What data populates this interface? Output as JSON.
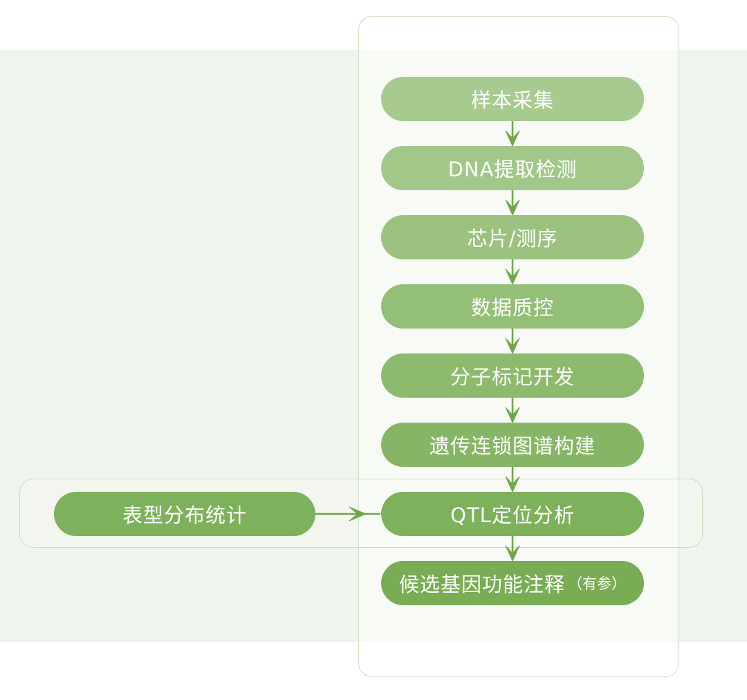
{
  "flow": {
    "steps": [
      {
        "label": "样本采集",
        "color": "#a7cb8e"
      },
      {
        "label": "DNA提取检测",
        "color": "#a2c889"
      },
      {
        "label": "芯片/测序",
        "color": "#9bc37f"
      },
      {
        "label": "数据质控",
        "color": "#94bf76"
      },
      {
        "label": "分子标记开发",
        "color": "#8dbb6d"
      },
      {
        "label": "遗传连锁图谱构建",
        "color": "#86b665"
      },
      {
        "label": "QTL定位分析",
        "color": "#7eb15b"
      },
      {
        "label": "候选基因功能注释",
        "note": "（有参）",
        "color": "#78ad53"
      }
    ],
    "side_input": {
      "label": "表型分布统计",
      "color": "#7eb15b"
    },
    "arrow_color": "#6fa84a",
    "background_band_color": "#eff4ec",
    "frame_color": "#c9ddbd"
  }
}
